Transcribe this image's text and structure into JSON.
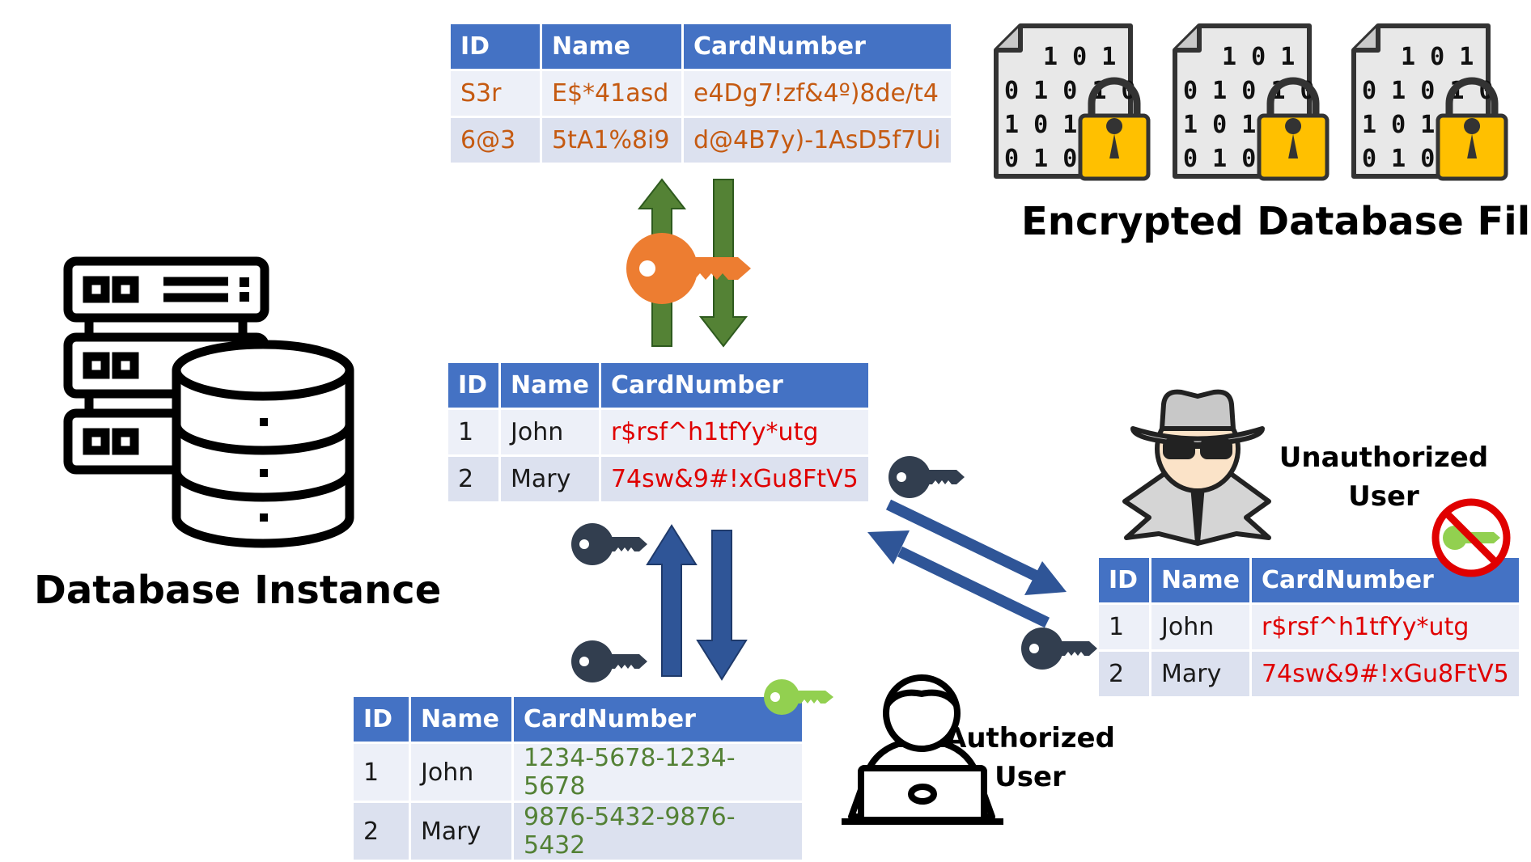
{
  "labels": {
    "encrypted_files": "Encrypted Database Files",
    "database_instance": "Database Instance",
    "unauthorized_user": [
      "Unauthorized",
      "User"
    ],
    "authorized_user": [
      "Authorized",
      "User"
    ]
  },
  "file_bits": [
    "1 0 1",
    "0 1 0 1 0",
    "1 0 1 0",
    "0 1 0 1"
  ],
  "tables": {
    "encrypted_top": {
      "headers": [
        "ID",
        "Name",
        "CardNumber"
      ],
      "rows": [
        [
          "S3r",
          "E$*41asd",
          "e4Dg7!zf&4º)8de/t4"
        ],
        [
          "6@3",
          "5tA1%8i9",
          "d@4B7y)-1AsD5f7Ui"
        ]
      ]
    },
    "middle": {
      "headers": [
        "ID",
        "Name",
        "CardNumber"
      ],
      "rows": [
        [
          "1",
          "John",
          "r$rsf^h1tfYy*utg"
        ],
        [
          "2",
          "Mary",
          "74sw&9#!xGu8FtV5"
        ]
      ]
    },
    "unauthorized": {
      "headers": [
        "ID",
        "Name",
        "CardNumber"
      ],
      "rows": [
        [
          "1",
          "John",
          "r$rsf^h1tfYy*utg"
        ],
        [
          "2",
          "Mary",
          "74sw&9#!xGu8FtV5"
        ]
      ]
    },
    "authorized": {
      "headers": [
        "ID",
        "Name",
        "CardNumber"
      ],
      "rows": [
        [
          "1",
          "John",
          "1234-5678-1234-5678"
        ],
        [
          "2",
          "Mary",
          "9876-5432-9876-5432"
        ]
      ]
    }
  },
  "colors": {
    "header_blue": "#4472C4",
    "encrypted_orange": "#C55A11",
    "cipher_red": "#E00000",
    "plaintext_green": "#538135",
    "arrow_green": "#548235",
    "arrow_blue": "#2F5597",
    "key_orange": "#ED7D31",
    "key_dark": "#323E4F",
    "key_green": "#92D050",
    "lock_yellow": "#FFC000",
    "forbidden_red": "#E00000"
  },
  "icons": [
    "server-database-icon",
    "encrypted-file-icon",
    "orange-key-icon",
    "dark-key-icon",
    "green-key-icon",
    "spy-icon",
    "forbidden-key-icon",
    "laptop-user-icon"
  ]
}
